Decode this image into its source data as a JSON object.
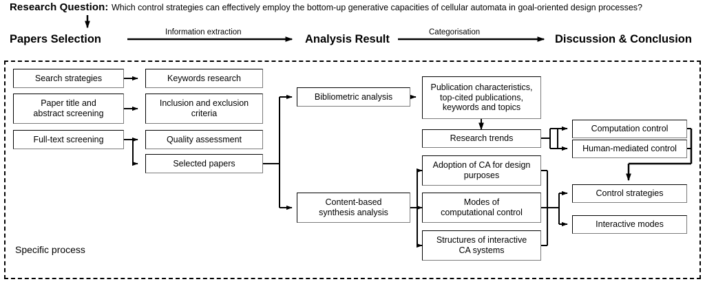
{
  "header": {
    "research_question_label": "Research Question:",
    "research_question_text": "Which control strategies can effectively employ the bottom-up generative capacities of cellular automata in goal-oriented design processes?",
    "stages": [
      {
        "id": "papers-selection",
        "label": "Papers Selection"
      },
      {
        "id": "analysis-result",
        "label": "Analysis Result"
      },
      {
        "id": "discussion-conclusion",
        "label": "Discussion & Conclusion"
      }
    ],
    "edge_labels": [
      {
        "id": "information-extraction",
        "label": "Information extraction"
      },
      {
        "id": "categorisation",
        "label": "Categorisation"
      }
    ]
  },
  "container": {
    "caption": "Specific process"
  },
  "nodes": {
    "search_strategies": "Search strategies",
    "paper_title_abstract": "Paper title and\nabstract screening",
    "full_text_screening": "Full-text screening",
    "keywords_research": "Keywords research",
    "inclusion_exclusion": "Inclusion and exclusion\ncriteria",
    "quality_assessment": "Quality assessment",
    "selected_papers": "Selected papers",
    "bibliometric_analysis": "Bibliometric analysis",
    "content_based_synthesis": "Content-based\nsynthesis analysis",
    "publication_characteristics": "Publication characteristics,\ntop-cited publications,\nkeywords and topics",
    "research_trends": "Research trends",
    "adoption_of_ca": "Adoption of CA for design\npurposes",
    "modes_computational": "Modes of\ncomputational control",
    "structures_interactive": "Structures of interactive\nCA systems",
    "computation_control": "Computation control",
    "human_mediated_control": "Human-mediated control",
    "control_strategies": "Control strategies",
    "interactive_modes": "Interactive modes"
  },
  "colors": {
    "line": "#000000",
    "box_border": "#000000",
    "box_shadow_border": "#7a7a7a",
    "background": "#ffffff"
  }
}
